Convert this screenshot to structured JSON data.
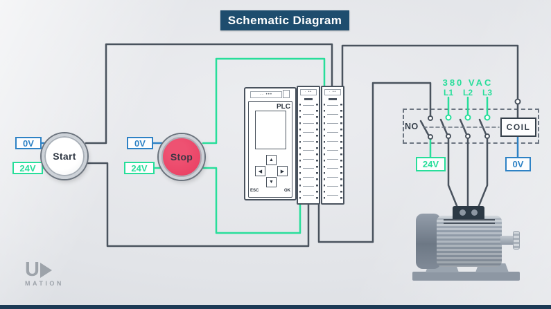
{
  "title": "Schematic Diagram",
  "colors": {
    "green": "#27de9a",
    "blue": "#2e82c5",
    "wire_dark": "#49525d",
    "stop_red": "#e83a5f",
    "title_navy": "#1e4d6e"
  },
  "start_button": {
    "label": "Start",
    "top_terminal": "0V",
    "bottom_terminal": "24V"
  },
  "stop_button": {
    "label": "Stop",
    "top_terminal": "0V",
    "bottom_terminal": "24V"
  },
  "plc": {
    "label": "PLC",
    "esc": "ESC",
    "ok": "OK"
  },
  "contactor": {
    "no_label": "NO",
    "coil_label": "COIL",
    "supply": "380 VAC",
    "phases": [
      "L1",
      "L2",
      "L3"
    ],
    "no_terminal": "24V",
    "coil_terminal": "0V"
  },
  "logo": {
    "letter": "U",
    "word": "MATION"
  }
}
